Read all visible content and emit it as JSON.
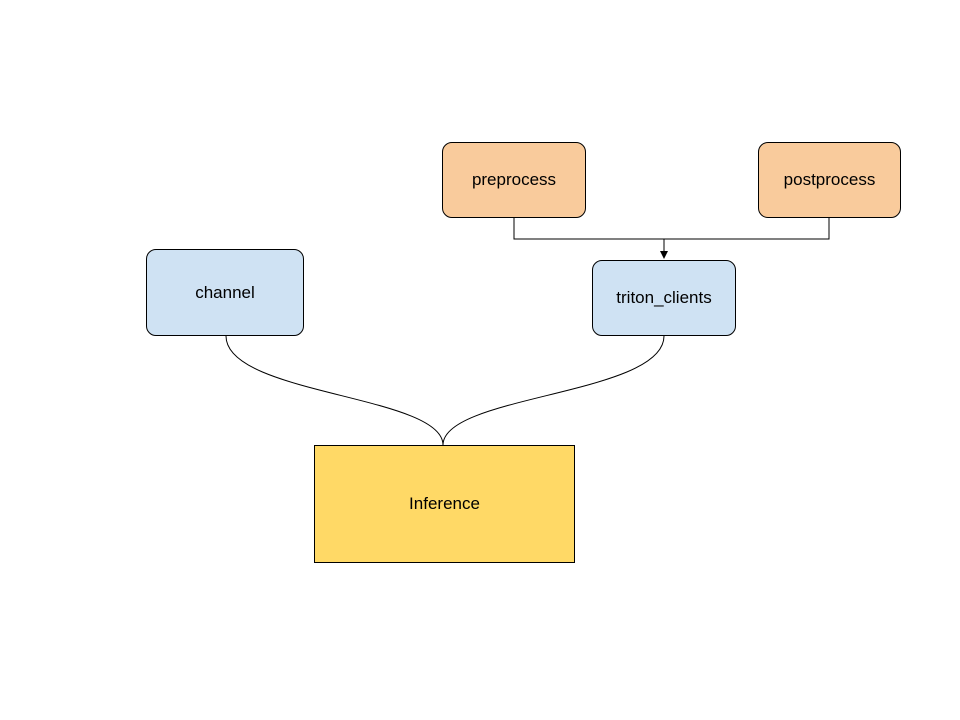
{
  "nodes": {
    "preprocess": {
      "label": "preprocess",
      "color": "#f9cb9c"
    },
    "postprocess": {
      "label": "postprocess",
      "color": "#f9cb9c"
    },
    "channel": {
      "label": "channel",
      "color": "#cfe2f3"
    },
    "triton_clients": {
      "label": "triton_clients",
      "color": "#cfe2f3"
    },
    "inference": {
      "label": "Inference",
      "color": "#ffd966"
    }
  },
  "edges": [
    {
      "from": "preprocess",
      "to": "triton_clients",
      "style": "elbow",
      "arrow": true
    },
    {
      "from": "postprocess",
      "to": "triton_clients",
      "style": "elbow",
      "arrow": true
    },
    {
      "from": "channel",
      "to": "inference",
      "style": "curve",
      "arrow": false
    },
    {
      "from": "triton_clients",
      "to": "inference",
      "style": "curve",
      "arrow": false
    }
  ]
}
